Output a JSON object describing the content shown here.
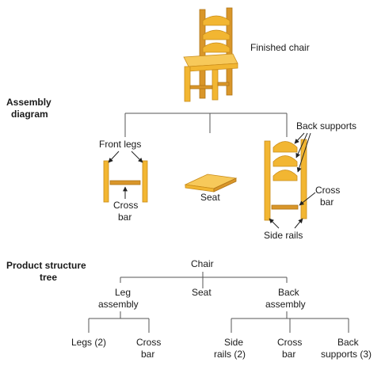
{
  "assembly_diagram": {
    "section_label": [
      "Assembly",
      "diagram"
    ],
    "finished_chair": "Finished chair",
    "front_legs": "Front legs",
    "cross_bar_left": [
      "Cross",
      "bar"
    ],
    "seat": "Seat",
    "back_supports": "Back supports",
    "cross_bar_right": [
      "Cross",
      "bar"
    ],
    "side_rails": "Side rails"
  },
  "product_structure_tree": {
    "section_label": [
      "Product structure",
      "tree"
    ],
    "root": "Chair",
    "level1": [
      {
        "label": [
          "Leg",
          "assembly"
        ]
      },
      {
        "label": [
          "Seat"
        ]
      },
      {
        "label": [
          "Back",
          "assembly"
        ]
      }
    ],
    "leg_children": [
      {
        "label": [
          "Legs (2)"
        ]
      },
      {
        "label": [
          "Cross",
          "bar"
        ]
      }
    ],
    "back_children": [
      {
        "label": [
          "Side",
          "rails (2)"
        ]
      },
      {
        "label": [
          "Cross",
          "bar"
        ]
      },
      {
        "label": [
          "Back",
          "supports (3)"
        ]
      }
    ]
  },
  "colors": {
    "wood": "#f2b632",
    "wood_light": "#f7c95a",
    "wood_dark": "#d9962a",
    "line": "#555555"
  }
}
